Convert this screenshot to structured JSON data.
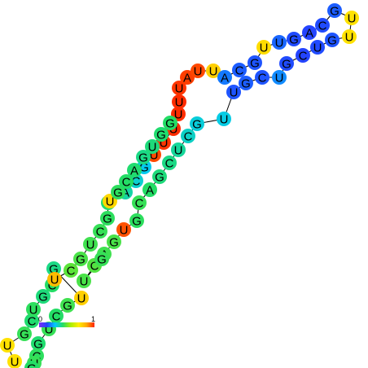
{
  "diagram": {
    "type": "rna-secondary-structure",
    "color_scale": {
      "min_label": "0",
      "max_label": "1",
      "stops": [
        "#7b2cf5",
        "#2244ff",
        "#00c8ff",
        "#22dd66",
        "#aaee00",
        "#ffee00",
        "#ffaa00",
        "#ff2200"
      ]
    },
    "nucleotides": [
      {
        "base": "U",
        "value": 0.74
      },
      {
        "base": "U",
        "value": 0.74
      },
      {
        "base": "G",
        "value": 0.45
      },
      {
        "base": "C",
        "value": 0.42
      },
      {
        "base": "U",
        "value": 0.44
      },
      {
        "base": "G",
        "value": 0.41
      },
      {
        "base": "C",
        "value": 0.43
      },
      {
        "base": "G",
        "value": 0.4
      },
      {
        "base": "U",
        "value": 0.78
      },
      {
        "base": "G",
        "value": 0.46
      },
      {
        "base": "C",
        "value": 0.43
      },
      {
        "base": "U",
        "value": 0.45
      },
      {
        "base": "G",
        "value": 0.42
      },
      {
        "base": "C",
        "value": 0.44
      },
      {
        "base": "U",
        "value": 0.45
      },
      {
        "base": "G",
        "value": 0.43
      },
      {
        "base": "U",
        "value": 0.82
      },
      {
        "base": "C",
        "value": 0.49
      },
      {
        "base": "G",
        "value": 0.47
      },
      {
        "base": "U",
        "value": 0.46
      },
      {
        "base": "C",
        "value": 0.45
      },
      {
        "base": "G",
        "value": 0.44
      },
      {
        "base": "U",
        "value": 0.42
      },
      {
        "base": "A",
        "value": 0.37
      },
      {
        "base": "C",
        "value": 0.33
      },
      {
        "base": "G",
        "value": 0.3
      },
      {
        "base": "U",
        "value": 0.96
      },
      {
        "base": "U",
        "value": 0.98
      },
      {
        "base": "U",
        "value": 0.99
      },
      {
        "base": "U",
        "value": 0.99
      },
      {
        "base": "U",
        "value": 0.99
      },
      {
        "base": "U",
        "value": 0.98
      },
      {
        "base": "A",
        "value": 0.97
      },
      {
        "base": "U",
        "value": 0.96
      },
      {
        "base": "U",
        "value": 0.78
      },
      {
        "base": "A",
        "value": 0.2
      },
      {
        "base": "C",
        "value": 0.17
      },
      {
        "base": "G",
        "value": 0.16
      },
      {
        "base": "U",
        "value": 0.75
      },
      {
        "base": "U",
        "value": 0.18
      },
      {
        "base": "G",
        "value": 0.15
      },
      {
        "base": "A",
        "value": 0.14
      },
      {
        "base": "C",
        "value": 0.15
      },
      {
        "base": "G",
        "value": 0.17
      },
      {
        "base": "U",
        "value": 0.74
      },
      {
        "base": "U",
        "value": 0.74
      },
      {
        "base": "G",
        "value": 0.16
      },
      {
        "base": "U",
        "value": 0.15
      },
      {
        "base": "C",
        "value": 0.14
      },
      {
        "base": "G",
        "value": 0.15
      },
      {
        "base": "U",
        "value": 0.22
      },
      {
        "base": "C",
        "value": 0.16
      },
      {
        "base": "G",
        "value": 0.17
      },
      {
        "base": "U",
        "value": 0.16
      },
      {
        "base": "U",
        "value": 0.31
      },
      {
        "base": "G",
        "value": 0.32
      },
      {
        "base": "C",
        "value": 0.34
      },
      {
        "base": "U",
        "value": 0.38
      },
      {
        "base": "C",
        "value": 0.4
      },
      {
        "base": "G",
        "value": 0.41
      },
      {
        "base": "A",
        "value": 0.43
      },
      {
        "base": "C",
        "value": 0.45
      },
      {
        "base": "G",
        "value": 0.44
      },
      {
        "base": "U",
        "value": 0.95
      },
      {
        "base": "G",
        "value": 0.47
      },
      {
        "base": "A",
        "value": 0.46
      },
      {
        "base": "C",
        "value": 0.48
      },
      {
        "base": "U",
        "value": 0.47
      },
      {
        "base": "G",
        "value": 0.45
      },
      {
        "base": "U",
        "value": 0.76
      },
      {
        "base": "G",
        "value": 0.44
      },
      {
        "base": "C",
        "value": 0.43
      },
      {
        "base": "A",
        "value": 0.42
      },
      {
        "base": "G",
        "value": 0.4
      },
      {
        "base": "U",
        "value": 0.41
      },
      {
        "base": "G",
        "value": 0.42
      },
      {
        "base": "G",
        "value": 0.43
      }
    ]
  }
}
